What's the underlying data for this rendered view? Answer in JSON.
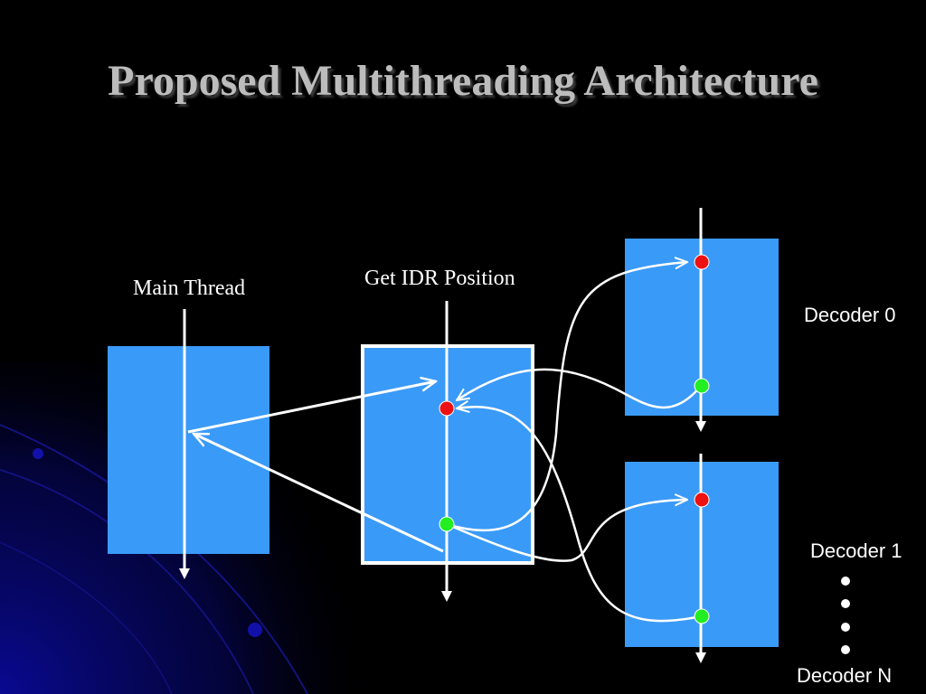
{
  "slide": {
    "title": "Proposed Multithreading Architecture"
  },
  "labels": {
    "main_thread": "Main Thread",
    "get_idr_position": "Get IDR Position",
    "decoder_0": "Decoder 0",
    "decoder_1": "Decoder 1",
    "decoder_n": "Decoder N"
  },
  "colors": {
    "background": "#000000",
    "box_fill": "#3a9af8",
    "title": "#bcbcbc",
    "red_dot": "#ee1111",
    "green_dot": "#22ee22",
    "decoration": "#0a0a9a"
  }
}
